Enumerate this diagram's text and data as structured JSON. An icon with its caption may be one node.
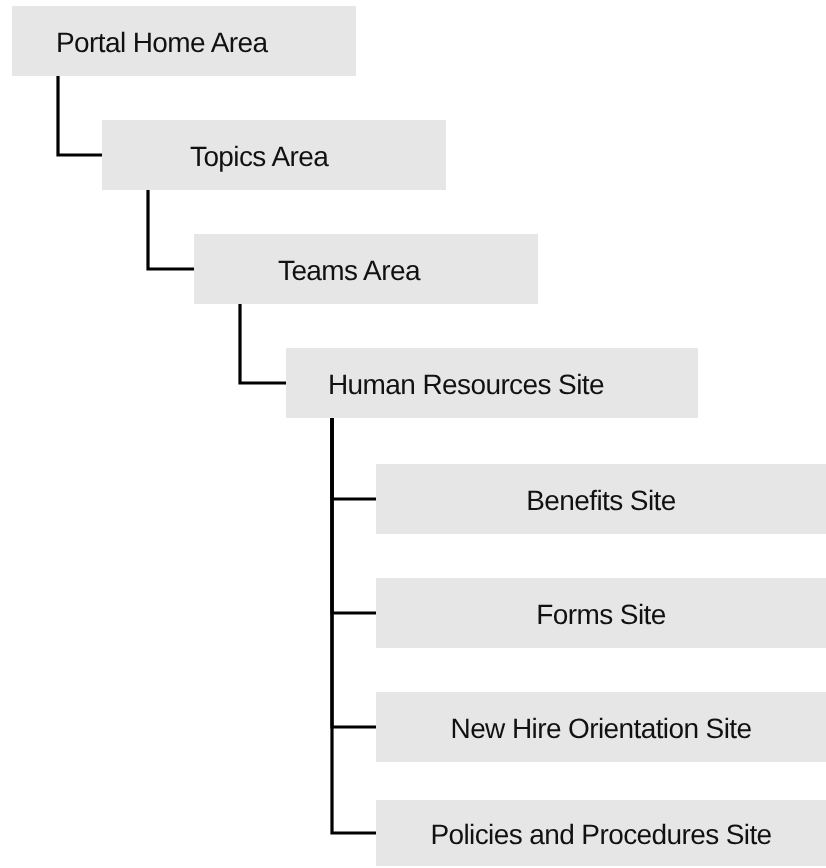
{
  "diagram": {
    "nodes": [
      {
        "text": [
          "Portal Home Area"
        ]
      },
      {
        "text": [
          "Topics Area"
        ]
      },
      {
        "text": [
          "Teams Area"
        ]
      },
      {
        "text": [
          "Human Resources Site"
        ]
      },
      {
        "text": [
          "Benefits Site"
        ]
      },
      {
        "text": [
          "Forms Site"
        ]
      },
      {
        "text": [
          "New Hire Orientation Site"
        ]
      },
      {
        "text": [
          "Policies and Procedures Site"
        ]
      }
    ],
    "edges": [
      {
        "from": 0,
        "to": 1,
        "arrow": "none"
      },
      {
        "from": 1,
        "to": 2,
        "arrow": "none"
      },
      {
        "from": 2,
        "to": 3,
        "arrow": "none"
      },
      {
        "from": 3,
        "to": 4,
        "arrow": "none"
      },
      {
        "from": 3,
        "to": 5,
        "arrow": "none"
      },
      {
        "from": 3,
        "to": 6,
        "arrow": "none"
      },
      {
        "from": 3,
        "to": 7,
        "arrow": "none"
      }
    ]
  }
}
